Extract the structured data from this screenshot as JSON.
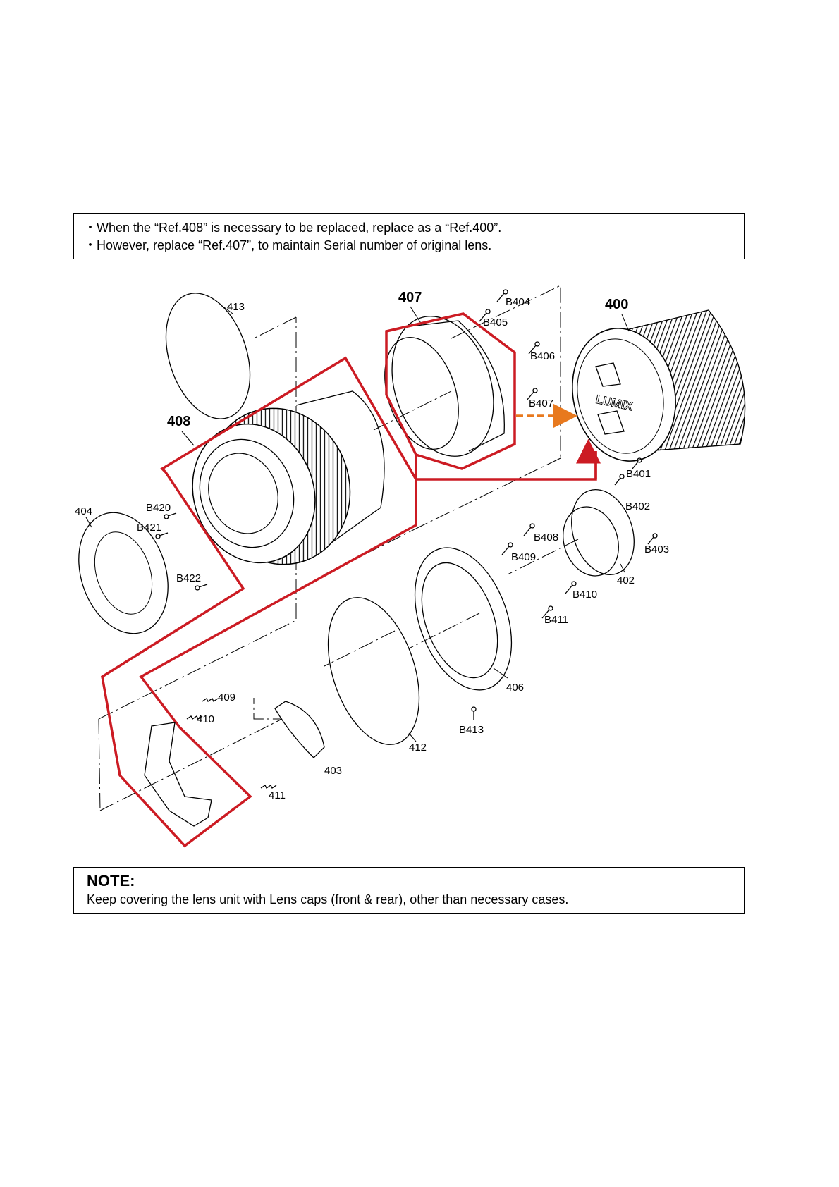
{
  "notice": {
    "line1": "・When the “Ref.408” is necessary to be replaced, replace as a “Ref.400”.",
    "line2": "・However, replace “Ref.407”, to maintain Serial number of original lens."
  },
  "note": {
    "title": "NOTE:",
    "body": "Keep covering the lens unit with Lens caps (front & rear), other than necessary cases."
  },
  "parts": {
    "p400": "400",
    "p407": "407",
    "p408": "408",
    "p413": "413",
    "p404": "404",
    "p402": "402",
    "p406": "406",
    "p412": "412",
    "p403": "403",
    "p409": "409",
    "p410": "410",
    "p411": "411",
    "b401": "B401",
    "b402": "B402",
    "b403": "B403",
    "b404": "B404",
    "b405": "B405",
    "b406": "B406",
    "b407": "B407",
    "b408": "B408",
    "b409": "B409",
    "b410": "B410",
    "b411": "B411",
    "b413": "B413",
    "b420": "B420",
    "b421": "B421",
    "b422": "B422"
  },
  "brand_logo": "LUMIX",
  "colors": {
    "highlight": "#cc1b23",
    "arrow": "#e8791e",
    "line": "#000000"
  }
}
